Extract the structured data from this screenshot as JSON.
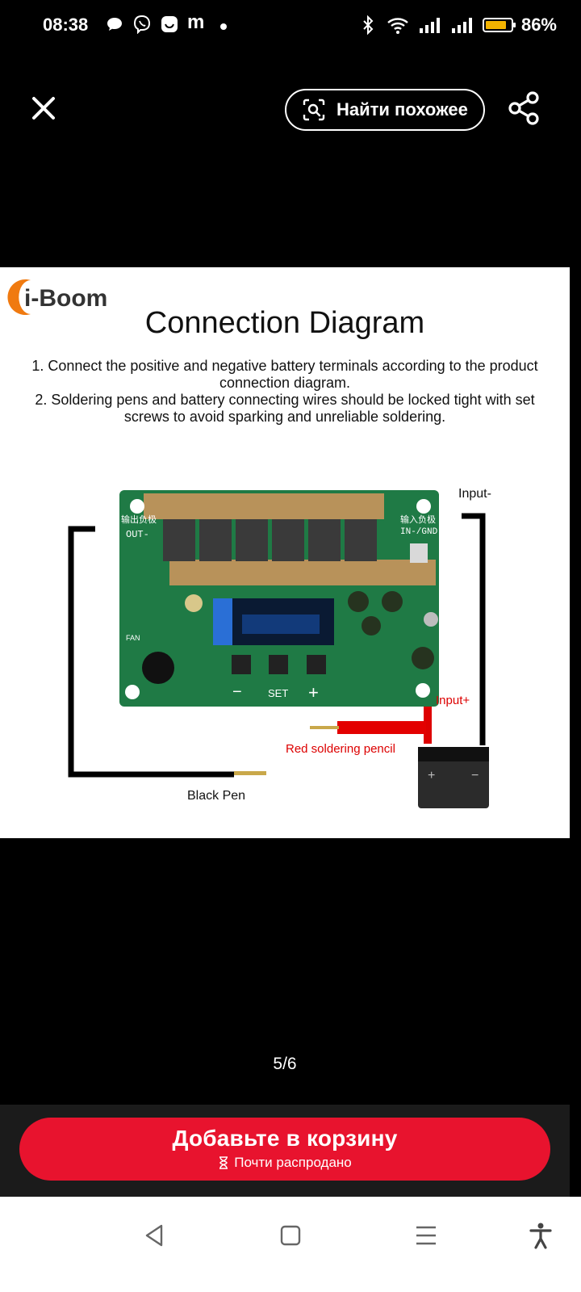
{
  "status_bar": {
    "time": "08:38",
    "notification_letter": "m",
    "battery_percent": "86%",
    "battery_level": 0.86,
    "battery_color": "#f2b300"
  },
  "header": {
    "find_similar_label": "Найти похожее",
    "close_icon": "close-icon",
    "share_icon": "share-icon",
    "lens_icon": "lens-search-icon"
  },
  "product_image": {
    "brand": "i-Boom",
    "title": "Connection Diagram",
    "instructions": [
      "1. Connect the positive and negative battery terminals according to the product connection diagram.",
      "2. Soldering pens and battery connecting wires should be locked tight with set screws to avoid sparking and unreliable soldering."
    ],
    "labels": {
      "input_minus": "Input-",
      "input_plus": "Input+",
      "red_pen": "Red soldering pencil",
      "black_pen": "Black Pen"
    },
    "board_labels": {
      "out": "OUT-",
      "out_cn": "输出负极",
      "in": "IN-/GND",
      "in_cn": "输入负极",
      "set": "SET",
      "minus": "−",
      "plus": "+",
      "fan": "FAN"
    },
    "battery_signs": {
      "plus": "+",
      "minus": "−"
    }
  },
  "gallery": {
    "page_indicator": "5/6"
  },
  "cart": {
    "add_label": "Добавьте в корзину",
    "sub_label": "Почти распродано",
    "button_color": "#e8132e"
  },
  "nav": {
    "back_icon": "back-triangle-icon",
    "home_icon": "home-square-icon",
    "menu_icon": "menu-lines-icon",
    "accessibility_icon": "accessibility-icon"
  }
}
